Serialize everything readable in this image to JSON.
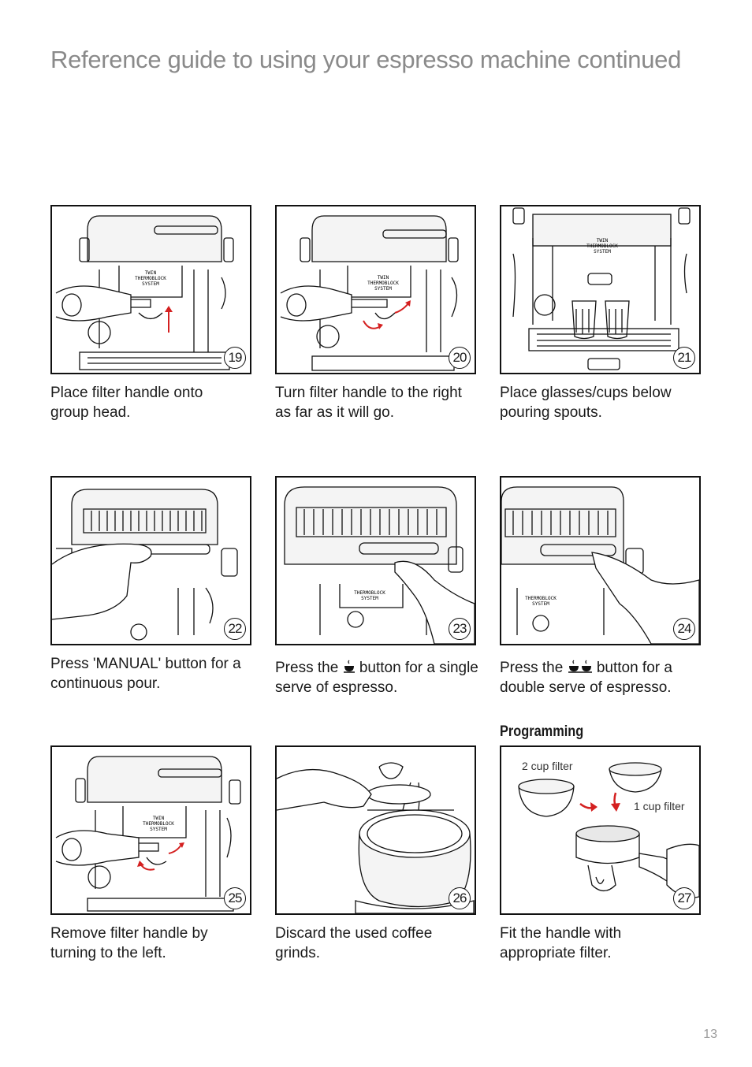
{
  "page": {
    "title": "Reference guide to using your espresso machine continued",
    "page_number": "13"
  },
  "programming_heading": "Programming",
  "panels": [
    {
      "step": "19",
      "caption": "Place filter handle onto group head."
    },
    {
      "step": "20",
      "caption": "Turn filter handle to the right as far as it will go."
    },
    {
      "step": "21",
      "caption": "Place glasses/cups below pouring spouts."
    },
    {
      "step": "22",
      "caption": "Press 'MANUAL' button for a continuous pour."
    },
    {
      "step": "23",
      "caption_pre": "Press the",
      "caption_post": "button for a single serve of espresso."
    },
    {
      "step": "24",
      "caption_pre": "Press the",
      "caption_post": "button for a double serve of espresso."
    },
    {
      "step": "25",
      "caption": "Remove filter handle by turning to the left."
    },
    {
      "step": "26",
      "caption": "Discard the used coffee grinds."
    },
    {
      "step": "27",
      "caption": "Fit the handle with appropriate filter.",
      "labels": {
        "two_cup": "2 cup filter",
        "one_cup": "1 cup filter"
      }
    }
  ],
  "machine_text": {
    "line1": "TWIN",
    "line2": "THERMOBLOCK",
    "line3": "SYSTEM"
  },
  "colors": {
    "arrow": "#d42020",
    "line": "#111111",
    "title": "#8a8a8a"
  },
  "icons": [
    "single-cup-icon",
    "double-cup-icon"
  ]
}
